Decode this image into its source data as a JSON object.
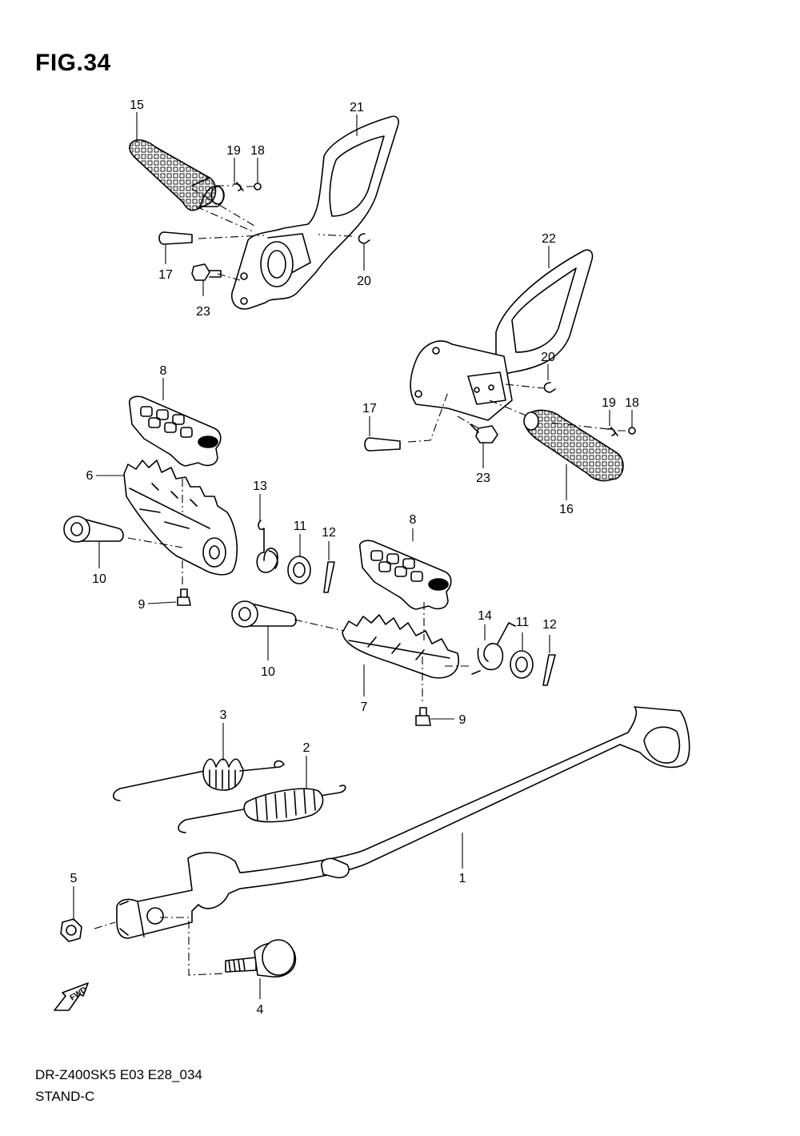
{
  "figure": {
    "title": "FIG.34"
  },
  "footer": {
    "model_code": "DR-Z400SK5 E03 E28_034",
    "section": "STAND-C"
  },
  "fwd_badge": {
    "label": "FWD"
  },
  "callouts": [
    {
      "id": "c15",
      "num": "15"
    },
    {
      "id": "c21",
      "num": "21"
    },
    {
      "id": "c19a",
      "num": "19"
    },
    {
      "id": "c18a",
      "num": "18"
    },
    {
      "id": "c17a",
      "num": "17"
    },
    {
      "id": "c23a",
      "num": "23"
    },
    {
      "id": "c20a",
      "num": "20"
    },
    {
      "id": "c22",
      "num": "22"
    },
    {
      "id": "c20b",
      "num": "20"
    },
    {
      "id": "c19b",
      "num": "19"
    },
    {
      "id": "c18b",
      "num": "18"
    },
    {
      "id": "c17b",
      "num": "17"
    },
    {
      "id": "c23b",
      "num": "23"
    },
    {
      "id": "c16",
      "num": "16"
    },
    {
      "id": "c8a",
      "num": "8"
    },
    {
      "id": "c6",
      "num": "6"
    },
    {
      "id": "c13",
      "num": "13"
    },
    {
      "id": "c11a",
      "num": "11"
    },
    {
      "id": "c12a",
      "num": "12"
    },
    {
      "id": "c10a",
      "num": "10"
    },
    {
      "id": "c9a",
      "num": "9"
    },
    {
      "id": "c8b",
      "num": "8"
    },
    {
      "id": "c14",
      "num": "14"
    },
    {
      "id": "c11b",
      "num": "11"
    },
    {
      "id": "c12b",
      "num": "12"
    },
    {
      "id": "c10b",
      "num": "10"
    },
    {
      "id": "c7",
      "num": "7"
    },
    {
      "id": "c9b",
      "num": "9"
    },
    {
      "id": "c3",
      "num": "3"
    },
    {
      "id": "c2",
      "num": "2"
    },
    {
      "id": "c1",
      "num": "1"
    },
    {
      "id": "c5",
      "num": "5"
    },
    {
      "id": "c4",
      "num": "4"
    }
  ]
}
